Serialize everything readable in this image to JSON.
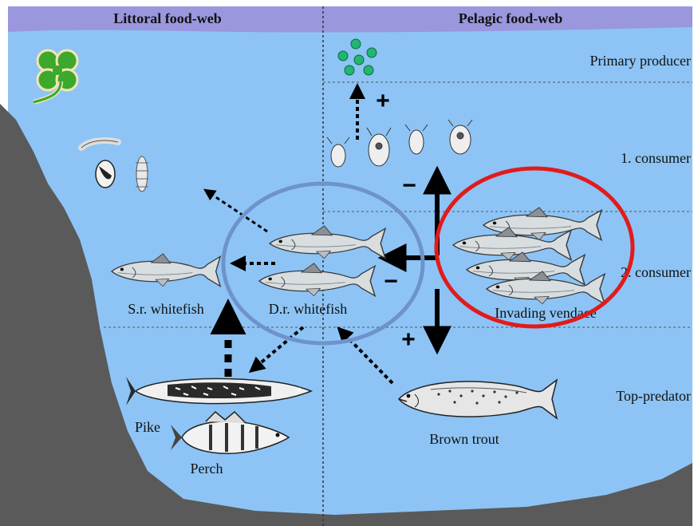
{
  "headers": {
    "littoral": "Littoral food-web",
    "pelagic": "Pelagic food-web"
  },
  "levels": {
    "primary": "Primary producer",
    "consumer1": "1. consumer",
    "consumer2": "2. consumer",
    "top": "Top-predator"
  },
  "organisms": {
    "sr_whitefish": "S.r. whitefish",
    "dr_whitefish": "D.r. whitefish",
    "invading_vendace": "Invading vendace",
    "brown_trout": "Brown trout",
    "pike": "Pike",
    "perch": "Perch"
  },
  "signs": {
    "plus_primary": "+",
    "minus_consumer": "−",
    "minus_whitefish": "−",
    "plus_predator": "+"
  },
  "colors": {
    "water": "#8dc4f5",
    "header_band": "#9a97de",
    "shore": "#5a5a5a",
    "highlight_red": "#e11b1b",
    "highlight_blue": "#6e93cc",
    "algae": "#22b573",
    "clover": "#3ca82c"
  }
}
